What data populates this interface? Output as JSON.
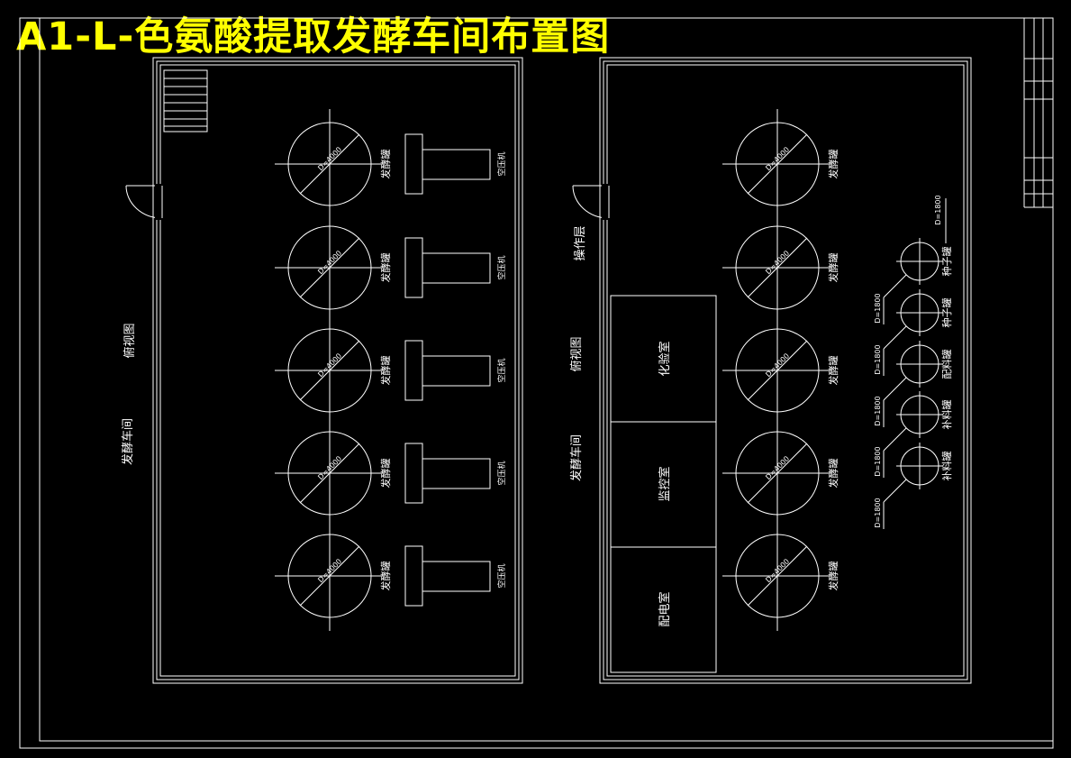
{
  "title": "A1-L-色氨酸提取发酵车间布置图",
  "colors": {
    "background": "#000000",
    "lines": "#ffffff",
    "title": "#ffff00"
  },
  "left_plan": {
    "view_label": "俯视图",
    "room_label": "发酵车间",
    "tank_label": "发酵罐",
    "tank_dimension": "D=4000",
    "compressor_label": "空压机",
    "tank_count": 5
  },
  "right_plan": {
    "layer_label": "操作层",
    "view_label": "俯视图",
    "room_label": "发酵车间",
    "rooms": [
      "化验室",
      "监控室",
      "配电室"
    ],
    "tank_label": "发酵罐",
    "tank_dimension": "D=4000",
    "tank_count": 5,
    "small_tanks": [
      "种子罐",
      "种子罐",
      "配料罐",
      "补料罐",
      "补料罐"
    ],
    "small_tank_dimension": "D=1800"
  }
}
